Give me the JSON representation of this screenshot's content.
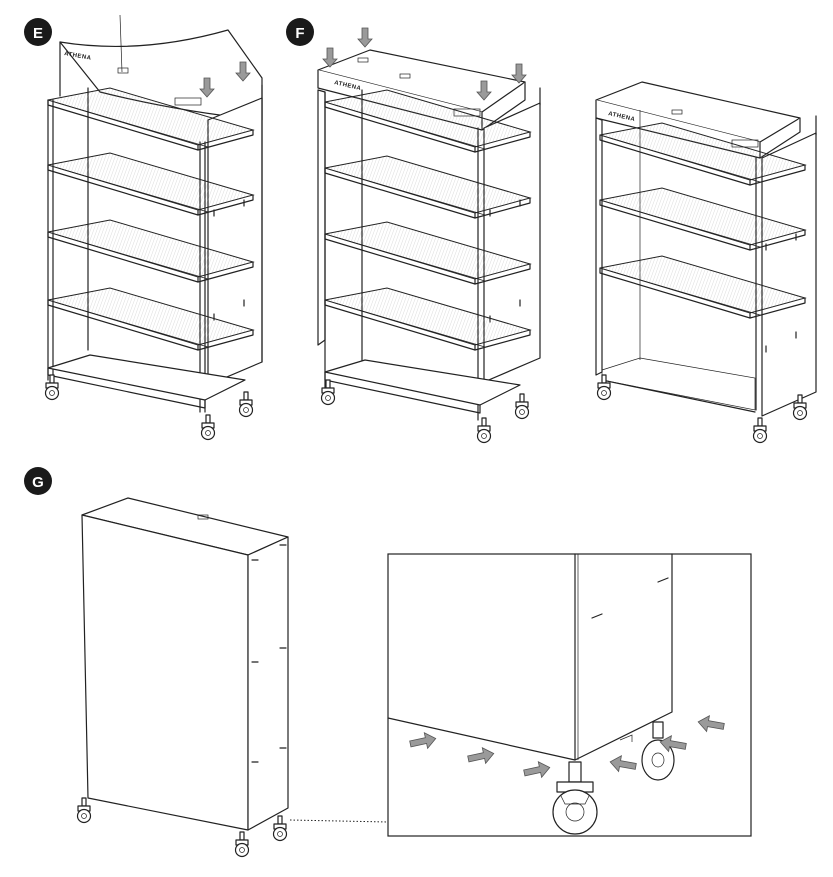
{
  "steps": {
    "e": {
      "label": "E"
    },
    "f": {
      "label": "F"
    },
    "g": {
      "label": "G"
    }
  },
  "brand": {
    "name": "ATHENA"
  },
  "colors": {
    "badge": "#1a1a1a",
    "line": "#222222",
    "arrow_fill": "#9a9a9a",
    "background": "#ffffff"
  },
  "icons": {
    "badge_shape": "filled-circle",
    "press_arrow": "down-arrow-icon",
    "slide_arrow": "right-arrow-icon"
  }
}
